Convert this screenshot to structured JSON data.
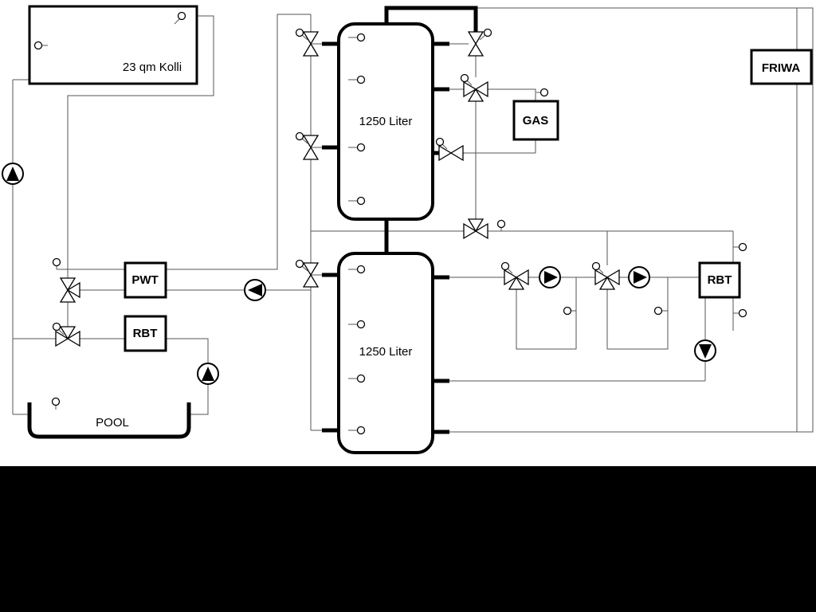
{
  "labels": {
    "collector": "23 qm Kolli",
    "tank_top": "1250 Liter",
    "tank_bottom": "1250 Liter",
    "pwt": "PWT",
    "rbt_left": "RBT",
    "rbt_right": "RBT",
    "gas": "GAS",
    "friwa": "FRIWA",
    "pool": "POOL"
  },
  "colors": {
    "thin_line": "#565656",
    "pipe": "#000000",
    "component_stroke": "#000000",
    "component_fill": "#ffffff",
    "background": "#ffffff",
    "letterbox": "#000000"
  },
  "components": {
    "pumps": [
      "solar-pump",
      "pwt-charge-pump",
      "pool-pump",
      "heating-circuit-pump-1",
      "heating-circuit-pump-2",
      "rbt-return-pump"
    ],
    "valves": [
      "tank1-top-charge-valve",
      "tank1-mid-charge-valve",
      "tank2-charge-valve",
      "tank1-top-outlet-valve",
      "gas-mixing-valve",
      "tank1-mid-outlet-valve",
      "distribution-mixing-valve",
      "heating-mixer-1",
      "heating-mixer-2",
      "solar-mixing-valve",
      "pool-mixing-valve"
    ],
    "sensors": [
      "temperature-sensor"
    ]
  }
}
